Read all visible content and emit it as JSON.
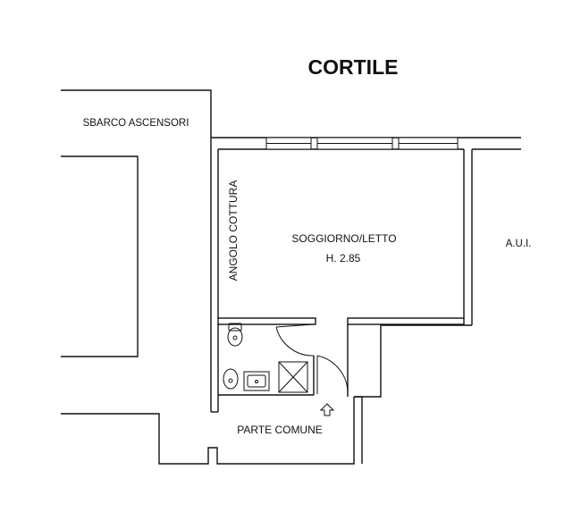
{
  "labels": {
    "courtyard": "CORTILE",
    "elevator_landing": "SBARCO ASCENSORI",
    "kitchen_corner": "ANGOLO COTTURA",
    "living_bedroom": "SOGGIORNO/LETTO",
    "ceiling_height": "H. 2.85",
    "other_unit": "A.U.I.",
    "common_area": "PARTE COMUNE"
  },
  "icons": {
    "entrance_arrow": "entrance-arrow-icon",
    "toilet": "toilet-icon",
    "bidet": "bidet-icon",
    "sink": "sink-icon",
    "shower": "shower-icon"
  }
}
